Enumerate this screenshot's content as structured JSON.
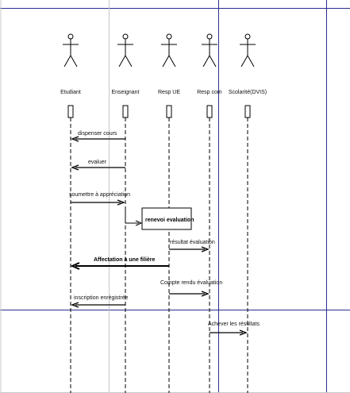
{
  "actors": [
    {
      "id": "etudiant",
      "name": "Etudiant"
    },
    {
      "id": "enseignant",
      "name": "Enseignant"
    },
    {
      "id": "resp_ue",
      "name": "Resp UE"
    },
    {
      "id": "resp_com",
      "name": "Resp com"
    },
    {
      "id": "scolarite",
      "name": "Scolarité(DVIS)"
    }
  ],
  "messages": [
    {
      "id": "m1",
      "text": "dispenser cours",
      "from": "enseignant",
      "to": "etudiant",
      "bold": false
    },
    {
      "id": "m2",
      "text": "evaluer",
      "from": "enseignant",
      "to": "etudiant",
      "bold": false
    },
    {
      "id": "m3",
      "text": "soumettre à appréciation",
      "from": "etudiant",
      "to": "enseignant",
      "bold": false
    },
    {
      "id": "m4",
      "text": "renevoi evaluation",
      "from": "enseignant",
      "to": "resp_ue",
      "bold": false,
      "boxed": true
    },
    {
      "id": "m5",
      "text": "résultat évaluation",
      "from": "resp_ue",
      "to": "resp_com",
      "bold": false
    },
    {
      "id": "m6",
      "text": "Affectation à une filière",
      "from": "resp_ue",
      "to": "etudiant",
      "bold": true
    },
    {
      "id": "m7",
      "text": "Compte rendu évaluation",
      "from": "resp_ue",
      "to": "resp_com",
      "bold": false
    },
    {
      "id": "m8",
      "text": "inscription enrégistrée",
      "from": "enseignant",
      "to": "etudiant",
      "bold": false
    },
    {
      "id": "m9",
      "text": "Achever les résultats",
      "from": "resp_com",
      "to": "scolarite",
      "bold": false
    }
  ]
}
